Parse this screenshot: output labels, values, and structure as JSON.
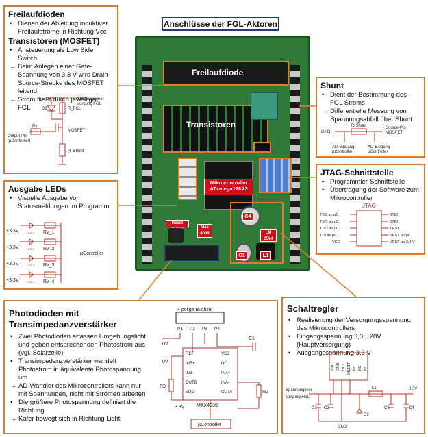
{
  "title": "Anschlüsse der FGL-Aktoren",
  "board": {
    "freilauf_label": "Freilaufdiode",
    "transistor_label": "Transistoren",
    "mcu_line1": "Mikrocontroller",
    "mcu_line2": "ATxmega128A3",
    "reset_label": "Reset Taster",
    "max_label": "Max 4039",
    "c4": "C4",
    "c1": "C1",
    "l1": "L1",
    "lm_label": "LM 2594"
  },
  "freilauf_box": {
    "h1": "Freilaufdioden",
    "b1": [
      "Dienen der Ableitung induktiver Freilaufströme in Richtung Vcc"
    ],
    "h2": "Transistoren (MOSFET)",
    "b2": [
      {
        "m": "•",
        "t": "Ansteuerung als Low Side Switch"
      },
      {
        "m": "→",
        "t": "Beim Anlegen einer Gate- Spannung von 3,3 V wird Drain-Source-Strecke des MOSFET leitend"
      },
      {
        "m": "→",
        "t": "Strom fließt durch jeweiligen FGL"
      }
    ],
    "sch": {
      "supply": "Spannungsver-",
      "supply2": "sorgung FGL",
      "d1": "D1",
      "rfgl": "R_FGL",
      "rv": "Rv",
      "mosfet": "MOSFET",
      "out1": "Output-Pin",
      "out2": "(µController)",
      "rshunt": "R_Shunt"
    }
  },
  "led_box": {
    "h": "Ausgabe LEDs",
    "b": [
      "Visuelle Ausgabe von Statusmeldungen im Programm"
    ],
    "rows": [
      {
        "v": "+3,3V",
        "r": "Rv_1",
        "led": "LED 1"
      },
      {
        "v": "+3,3V",
        "r": "Rv_2",
        "led": "LED 2"
      },
      {
        "v": "+3,3V",
        "r": "Rv_3",
        "led": "LED 3"
      },
      {
        "v": "+3,3V",
        "r": "Rv_4",
        "led": "LED 4"
      }
    ],
    "uc": "µController"
  },
  "shunt_box": {
    "h": "Shunt",
    "b": [
      {
        "m": "•",
        "t": "Dient der Bestimmung des FGL Stroms"
      },
      {
        "m": "→",
        "t": "Differentielle Messung von Spannungsabfall über Shunt"
      }
    ],
    "sch": {
      "gnd": "GND",
      "rshunt": "R-Shunt",
      "src1": "Source-Pin",
      "src2": "MOSFET",
      "ad1": "AD-Eingang",
      "ad1b": "µController",
      "ad2": "AD-Eingang",
      "ad2b": "µController"
    }
  },
  "jtag_box": {
    "h": "JTAG-Schnittstelle",
    "b": [
      "Programmier-Schnittstelle",
      "Übertragung der Software zum Mikrocontroller"
    ],
    "sch": {
      "title": "JTAG",
      "left": [
        "TCK an µC",
        "TMS an µC",
        "TDO an µC",
        "TDI an µC",
        "VCC"
      ],
      "right": [
        "GND",
        "GND",
        "TRST",
        "SRST an µC",
        "VREF an 3,3 V"
      ]
    }
  },
  "photo_box": {
    "h1": "Photodioden mit",
    "h2": "Transimpedanzverstärker",
    "b": [
      {
        "m": "•",
        "t": "Zwei Photodioden erfassen Umgebungslicht und geben entsprechenden Photostrom aus (vgl. Solarzelle)"
      },
      {
        "m": "•",
        "t": "Transimpedanzverstärker wandelt Photostrom in äquivalente Photospannung um"
      },
      {
        "m": "→",
        "t": "AD-Wandler des Mikrocontrollers kann nur mit Spannungen, nicht mit Strömen arbeiten"
      },
      {
        "m": "•",
        "t": "Die größere Photospannung definiert die Richtung"
      },
      {
        "m": "→",
        "t": "Käfer bewegt sich in Richtung Licht"
      }
    ],
    "sch": {
      "buchse": "4 polige Buchse",
      "pins": [
        "P1",
        "P2",
        "P3",
        "P4"
      ],
      "ov1": "0V",
      "ov2": "0V",
      "ic_left": [
        "REF",
        "INB+",
        "INB-",
        "OUTB",
        "VDD"
      ],
      "ic_right": [
        "VSS",
        "NC",
        "INA+",
        "INA-",
        "OUTA"
      ],
      "ic": "MAX4039",
      "c1": "C1",
      "r3": "R3",
      "r2": "R2",
      "v33": "3,3V",
      "uc": "µController"
    }
  },
  "reg_box": {
    "h": "Schaltregler",
    "b": [
      "Realisierung der Versorgungsspannung des Mikrocontrollers",
      "Eingangsspannung 3,3…28V (Hauptversorgung)",
      "Ausgangsspannung 3,3 V"
    ],
    "sch": {
      "in1": "Spannungsver-",
      "in2": "sorgung FGL",
      "c1": "C1",
      "c2": "C2",
      "c3": "C3",
      "c4": "C4",
      "l1": "L1",
      "d2": "D2",
      "v33": "3,3V",
      "gnd": "GND",
      "pins": [
        "VIN",
        "GND",
        "OUT",
        "ON/OFF",
        "NC",
        "NC",
        "NC"
      ]
    }
  },
  "colors": {
    "accent": "#e07b2a",
    "title_border": "#1f3d7a",
    "pcb": "#2e7d3a",
    "schematic_red": "#b0302a"
  }
}
